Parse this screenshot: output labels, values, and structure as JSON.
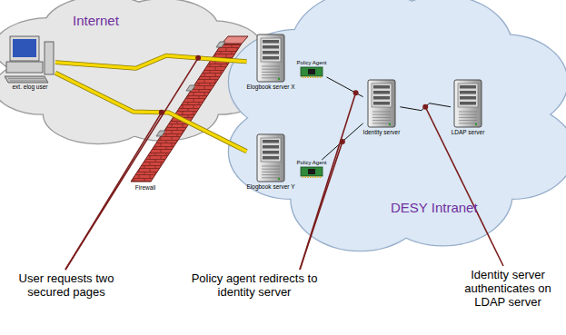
{
  "diagram": {
    "nodes": [
      {
        "text": [
          "Internet"
        ]
      },
      {
        "text": [
          "ext. elog user"
        ],
        "in": 0
      },
      {
        "text": [
          "DESY Intranet"
        ]
      },
      {
        "text": [
          "Elogbook server X"
        ],
        "in": 2
      },
      {
        "text": [
          "Policy Agent"
        ],
        "in": 2
      },
      {
        "text": [
          "Elogbook server Y"
        ],
        "in": 2
      },
      {
        "text": [
          "Policy Agent"
        ],
        "in": 2
      },
      {
        "text": [
          "Identity server"
        ],
        "in": 2
      },
      {
        "text": [
          "LDAP server"
        ],
        "in": 2
      }
    ],
    "edges": [
      {
        "from": 1,
        "to": 3,
        "arrow": "none"
      },
      {
        "from": 1,
        "to": 5,
        "arrow": "none"
      },
      {
        "from": 4,
        "to": 7,
        "arrow": "none"
      },
      {
        "from": 6,
        "to": 7,
        "arrow": "none"
      },
      {
        "from": 7,
        "to": 8,
        "arrow": "none"
      }
    ],
    "labels": [
      "Firewall",
      "User requests two secured pages",
      "Policy agent redirects to identity server",
      "Identity server authenticates on LDAP server"
    ]
  }
}
